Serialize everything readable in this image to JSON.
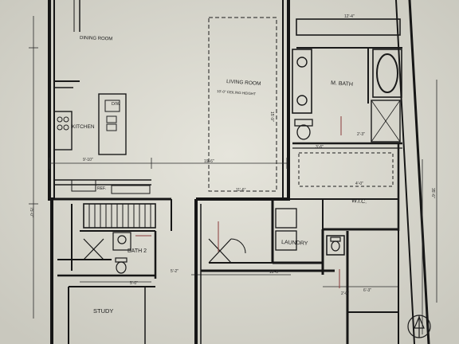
{
  "rooms": {
    "dining": "DINING ROOM",
    "kitchen": "KITCHEN",
    "living_title": "LIVING ROOM",
    "living_sub": "10'-0\" CEILING HEIGHT",
    "master_bath": "M. BATH",
    "wic": "W.I.C.",
    "laundry": "LAUNDRY",
    "bath2": "BATH 2",
    "study": "STUDY"
  },
  "fixtures": {
    "dw": "D/W",
    "ref": "REF."
  },
  "dimensions": {
    "kitchen_width": "9'-10\"",
    "living_width": "19'-6\"",
    "living_depth": "15'-9\"",
    "hall_width": "11'-6\"",
    "laundry_width": "10'-6\"",
    "bath2_width": "5'-0\"",
    "study_width": "5'-2\"",
    "closet_depth": "4'-0\"",
    "right_width": "6'-3\"",
    "bath_width": "12'-4\"",
    "overall_depth": "75'-0\"",
    "side_depth": "35'-6\"",
    "small_a": "2'-3\"",
    "small_b": "3'-6\"",
    "small_c": "2'-0\""
  }
}
